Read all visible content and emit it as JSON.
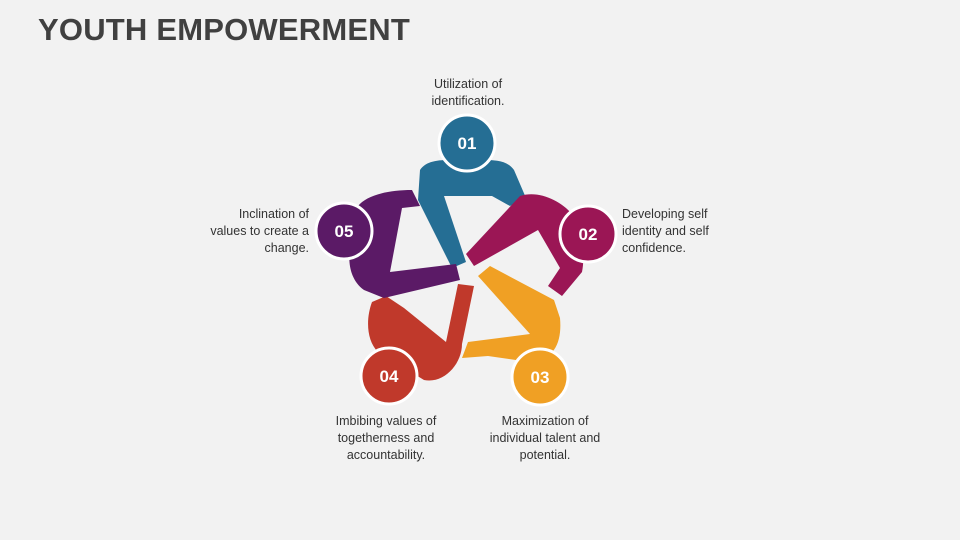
{
  "title": "YOUTH EMPOWERMENT",
  "items": [
    {
      "number": "01",
      "text": "Utilization of identification.",
      "color": "#256e94"
    },
    {
      "number": "02",
      "text": "Developing self identity and self confidence.",
      "color": "#9b1655"
    },
    {
      "number": "03",
      "text": "Maximization of individual talent and potential.",
      "color": "#f0a024"
    },
    {
      "number": "04",
      "text": "Imbibing values of togetherness and accountability.",
      "color": "#c0392b"
    },
    {
      "number": "05",
      "text": "Inclination of values to create a change.",
      "color": "#5b1a66"
    }
  ]
}
